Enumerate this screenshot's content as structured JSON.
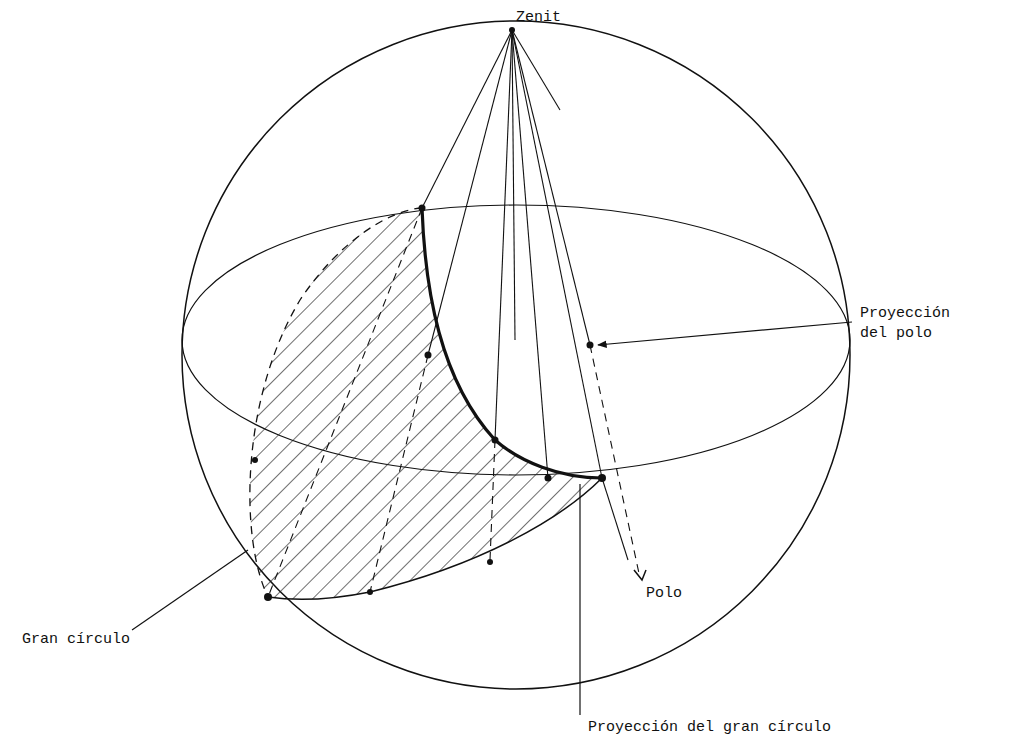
{
  "diagram": {
    "labels": [
      "Zenit",
      "Proyección del polo",
      "Gran círculo",
      "Polo",
      "Proyección del gran círculo"
    ]
  }
}
